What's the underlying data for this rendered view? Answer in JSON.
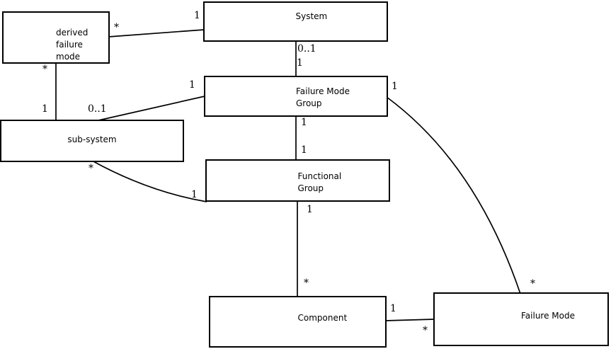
{
  "diagram": {
    "type": "uml-class-association-diagram",
    "background_color": "#ffffff",
    "line_color": "#000000",
    "text_color": "#000000"
  },
  "boxes": {
    "derived_failure_mode": {
      "label": "derived\nfailure\nmode"
    },
    "system": {
      "label": "System"
    },
    "failure_mode_group": {
      "label": "Failure Mode\nGroup"
    },
    "sub_system": {
      "label": "sub-system"
    },
    "functional_group": {
      "label": "Functional\nGroup"
    },
    "component": {
      "label": "Component"
    },
    "failure_mode": {
      "label": "Failure Mode"
    }
  },
  "labels": [
    {
      "text": "*"
    },
    {
      "text": "1"
    },
    {
      "text": "*"
    },
    {
      "text": "1"
    },
    {
      "text": "1"
    },
    {
      "text": "0..1"
    },
    {
      "text": "0..1"
    },
    {
      "text": "1"
    },
    {
      "text": "1"
    },
    {
      "text": "1"
    },
    {
      "text": "1"
    },
    {
      "text": "1"
    },
    {
      "text": "*"
    },
    {
      "text": "*"
    },
    {
      "text": "1"
    },
    {
      "text": "1"
    },
    {
      "text": "*"
    },
    {
      "text": "*"
    }
  ],
  "relationships": [
    {
      "from": "derived failure mode",
      "from_multiplicity": "*",
      "to": "System",
      "to_multiplicity": "1"
    },
    {
      "from": "derived failure mode",
      "from_multiplicity": "*",
      "to": "sub-system",
      "to_multiplicity": "1"
    },
    {
      "from": "Failure Mode Group",
      "from_multiplicity": "1",
      "to": "sub-system",
      "to_multiplicity": "0..1"
    },
    {
      "from": "System",
      "from_multiplicity": "0..1",
      "to": "Failure Mode Group",
      "to_multiplicity": "1"
    },
    {
      "from": "Failure Mode Group",
      "from_multiplicity": "1",
      "to": "Functional Group",
      "to_multiplicity": "1"
    },
    {
      "from": "Functional Group",
      "from_multiplicity": "1",
      "to": "Component",
      "to_multiplicity": "*"
    },
    {
      "from": "sub-system",
      "from_multiplicity": "*",
      "to": "Functional Group",
      "to_multiplicity": "1"
    },
    {
      "from": "Failure Mode Group",
      "from_multiplicity": "1",
      "to": "Failure Mode",
      "to_multiplicity": "*"
    },
    {
      "from": "Component",
      "from_multiplicity": "1",
      "to": "Failure Mode",
      "to_multiplicity": "*"
    }
  ]
}
